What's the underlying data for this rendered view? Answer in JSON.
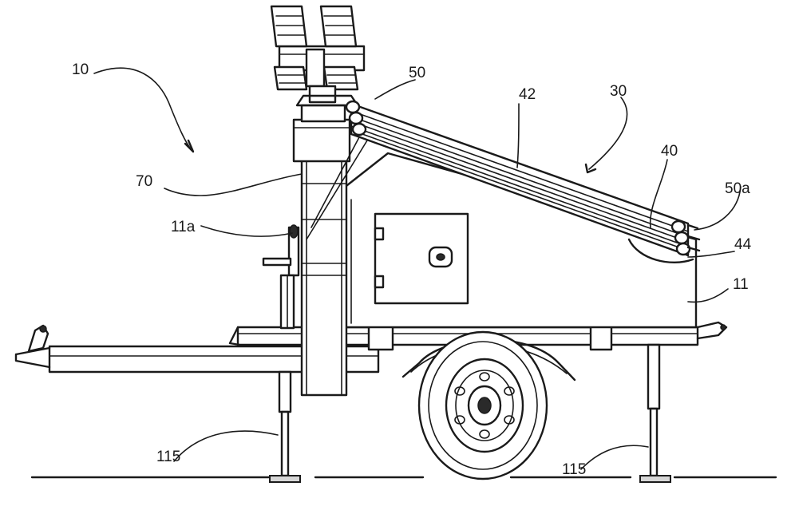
{
  "figure": {
    "labels": {
      "ref_10": "10",
      "ref_50": "50",
      "ref_42": "42",
      "ref_30": "30",
      "ref_40": "40",
      "ref_50a": "50a",
      "ref_70": "70",
      "ref_11a": "11a",
      "ref_44": "44",
      "ref_11": "11",
      "ref_115_left": "115",
      "ref_115_right": "115"
    },
    "line_color": "#1a1a1a",
    "background": "#ffffff"
  }
}
